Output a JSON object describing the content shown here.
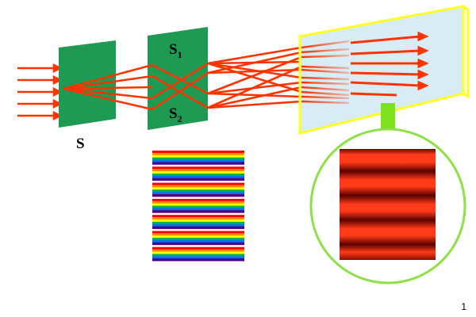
{
  "labels": {
    "source_slit": "S",
    "slit_one_letter": "S",
    "slit_one_sub": "1",
    "slit_two_letter": "S",
    "slit_two_sub": "2"
  },
  "page_number": "1",
  "colors": {
    "background": "#ffffff",
    "slit_panel": "#1f9a52",
    "light_ray": "#ff3300",
    "screen_fill": "#d7ecf5",
    "screen_frame": "#ffff22",
    "zoom_arrow": "#7fe01e",
    "zoom_circle": "#8fe048",
    "bright_fringe": "#ff3b1a",
    "dark_fringe": "#5a0000",
    "white_light_bands": [
      "#ff0000",
      "#ff8c00",
      "#ffff00",
      "#00b050",
      "#0070ff",
      "#4b0082"
    ]
  },
  "icons": {
    "source_arrow": "arrow-right-icon",
    "zoom_arrow": "arrow-down-icon"
  },
  "red_fringe_pattern": {
    "bright_fringes": 6,
    "dark_fringes": 5
  },
  "white_light_pattern": {
    "band_groups": 7
  }
}
